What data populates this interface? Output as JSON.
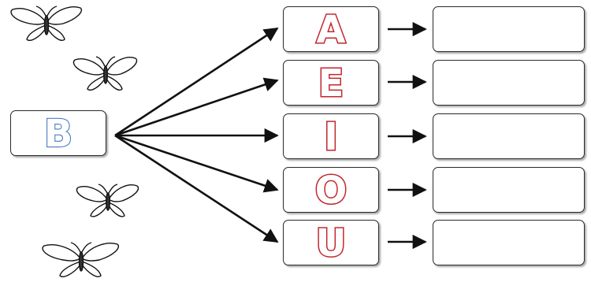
{
  "source": {
    "letter": "B",
    "color": "#4a78c0"
  },
  "vowels": [
    {
      "letter": "A"
    },
    {
      "letter": "E"
    },
    {
      "letter": "I"
    },
    {
      "letter": "O"
    },
    {
      "letter": "U"
    }
  ],
  "answers": [
    "",
    "",
    "",
    "",
    ""
  ],
  "colors": {
    "vowel": "#c1272d",
    "line": "#111111",
    "border": "#2a2a2a"
  },
  "decorations": [
    "butterfly-icon",
    "butterfly-icon",
    "butterfly-icon",
    "butterfly-icon",
    "butterfly-icon"
  ]
}
